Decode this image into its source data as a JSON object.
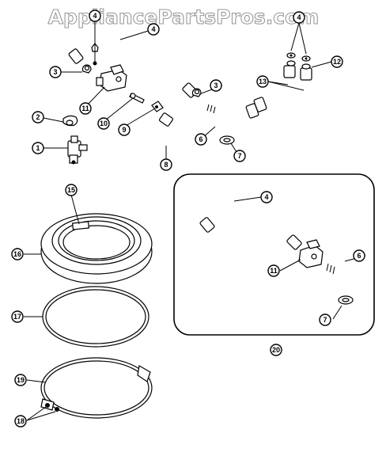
{
  "watermark": "AppliancePartsPros.com",
  "callouts": {
    "c1": "1",
    "c2": "2",
    "c3a": "3",
    "c3b": "3",
    "c4a": "4",
    "c4b": "4",
    "c4c": "4",
    "c6a": "6",
    "c6b": "6",
    "c7a": "7",
    "c7b": "7",
    "c8": "8",
    "c9": "9",
    "c10": "10",
    "c11a": "11",
    "c11b": "11",
    "c12": "12",
    "c13": "13",
    "c15": "15",
    "c16": "16",
    "c17": "17",
    "c18": "18",
    "c19": "19",
    "c20": "20"
  }
}
